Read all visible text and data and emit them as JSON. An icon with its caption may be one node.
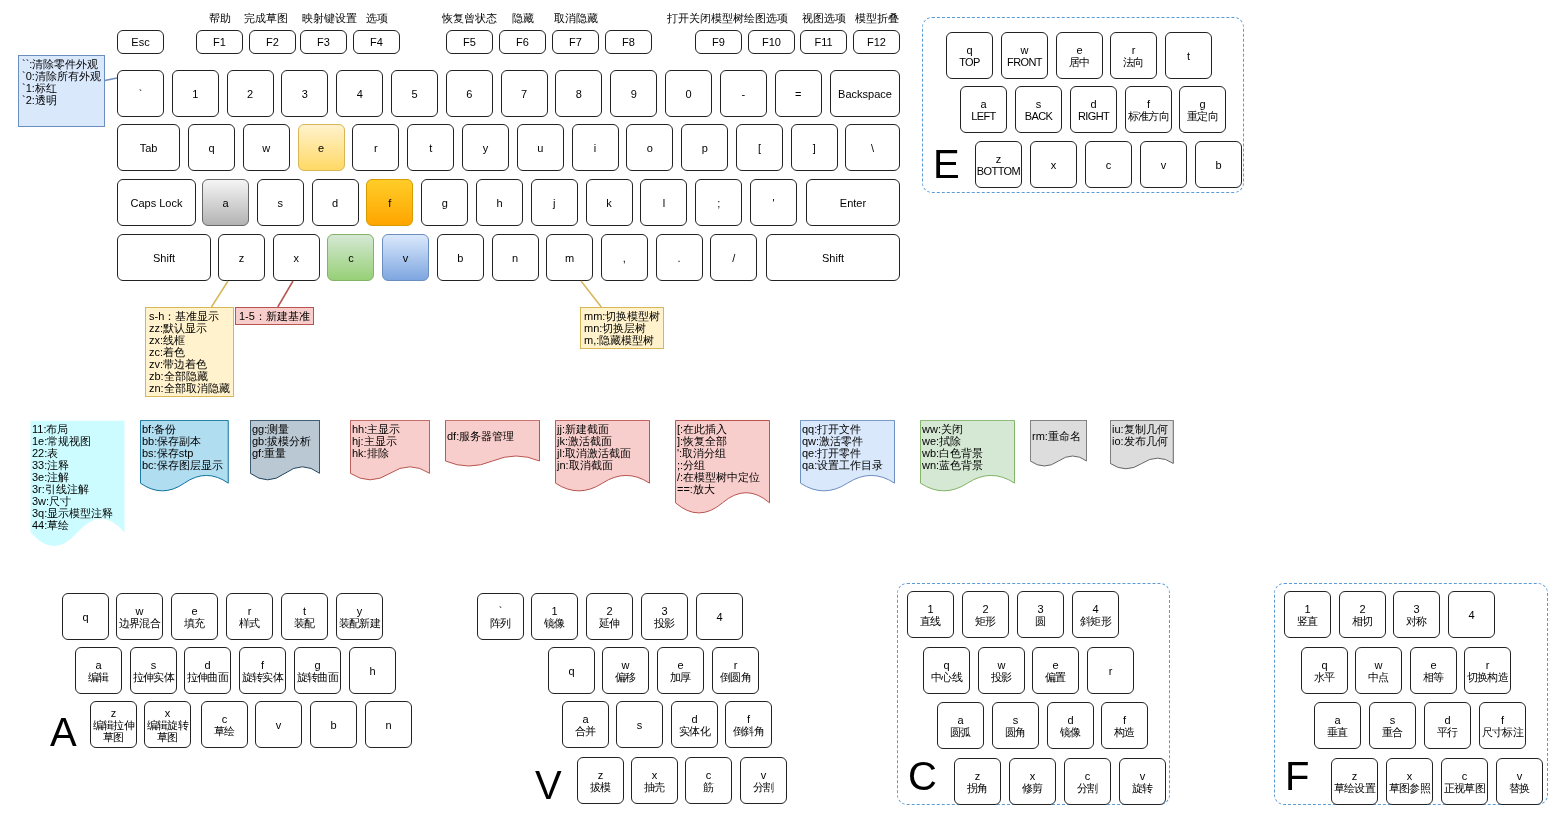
{
  "diagram": {
    "nodes": [
      {
        "text": [
          "Esc"
        ]
      },
      {
        "text": [
          "F1"
        ],
        "beside": [
          "帮助"
        ]
      },
      {
        "text": [
          "F2"
        ],
        "beside": [
          "完成草图"
        ]
      },
      {
        "text": [
          "F3"
        ],
        "beside": [
          "映射键设置"
        ]
      },
      {
        "text": [
          "F4"
        ],
        "beside": [
          "选项"
        ]
      },
      {
        "text": [
          "F5"
        ],
        "beside": [
          "恢复曾状态"
        ]
      },
      {
        "text": [
          "F6"
        ],
        "beside": [
          "隐藏"
        ]
      },
      {
        "text": [
          "F7"
        ],
        "beside": [
          "取消隐藏"
        ]
      },
      {
        "text": [
          "F8"
        ]
      },
      {
        "text": [
          "F9"
        ],
        "beside": [
          "打开关闭模型树绘图选项"
        ]
      },
      {
        "text": [
          "F10"
        ]
      },
      {
        "text": [
          "F11"
        ],
        "beside": [
          "视图选项"
        ]
      },
      {
        "text": [
          "F12"
        ],
        "beside": [
          "模型折叠"
        ]
      },
      {
        "text": [
          "``:清除零件外观",
          "`0:清除所有外观",
          "`1:标红",
          "`2:透明"
        ]
      },
      {
        "text": [
          "`"
        ]
      },
      {
        "text": [
          "1"
        ]
      },
      {
        "text": [
          "2"
        ]
      },
      {
        "text": [
          "3"
        ]
      },
      {
        "text": [
          "4"
        ]
      },
      {
        "text": [
          "5"
        ]
      },
      {
        "text": [
          "6"
        ]
      },
      {
        "text": [
          "7"
        ]
      },
      {
        "text": [
          "8"
        ]
      },
      {
        "text": [
          "9"
        ]
      },
      {
        "text": [
          "0"
        ]
      },
      {
        "text": [
          "-"
        ]
      },
      {
        "text": [
          "="
        ]
      },
      {
        "text": [
          "Backspace"
        ]
      },
      {
        "text": [
          "Tab"
        ]
      },
      {
        "text": [
          "q"
        ]
      },
      {
        "text": [
          "w"
        ]
      },
      {
        "text": [
          "e"
        ]
      },
      {
        "text": [
          "r"
        ]
      },
      {
        "text": [
          "t"
        ]
      },
      {
        "text": [
          "y"
        ]
      },
      {
        "text": [
          "u"
        ]
      },
      {
        "text": [
          "i"
        ]
      },
      {
        "text": [
          "o"
        ]
      },
      {
        "text": [
          "p"
        ]
      },
      {
        "text": [
          "["
        ]
      },
      {
        "text": [
          "]"
        ]
      },
      {
        "text": [
          "\\"
        ]
      },
      {
        "text": [
          "Caps Lock"
        ]
      },
      {
        "text": [
          "a"
        ]
      },
      {
        "text": [
          "s"
        ]
      },
      {
        "text": [
          "d"
        ]
      },
      {
        "text": [
          "f"
        ]
      },
      {
        "text": [
          "g"
        ]
      },
      {
        "text": [
          "h"
        ]
      },
      {
        "text": [
          "j"
        ]
      },
      {
        "text": [
          "k"
        ]
      },
      {
        "text": [
          "l"
        ]
      },
      {
        "text": [
          ";"
        ]
      },
      {
        "text": [
          "'"
        ]
      },
      {
        "text": [
          "Enter"
        ]
      },
      {
        "text": [
          "Shift"
        ]
      },
      {
        "text": [
          "z"
        ]
      },
      {
        "text": [
          "x"
        ]
      },
      {
        "text": [
          "c"
        ]
      },
      {
        "text": [
          "v"
        ]
      },
      {
        "text": [
          "b"
        ]
      },
      {
        "text": [
          "n"
        ]
      },
      {
        "text": [
          "m"
        ]
      },
      {
        "text": [
          ","
        ]
      },
      {
        "text": [
          "."
        ]
      },
      {
        "text": [
          "/"
        ]
      },
      {
        "text": [
          "Shift"
        ]
      },
      {
        "text": [
          "s-h：基准显示",
          "zz:默认显示",
          "zx:线框",
          "zc:着色",
          "zv:带边着色",
          "zb:全部隐藏",
          "zn:全部取消隐藏"
        ]
      },
      {
        "text": [
          "1-5：新建基准"
        ]
      },
      {
        "text": [
          "mm:切换模型树",
          "mn:切换层树",
          "m,:隐藏模型树"
        ]
      },
      {
        "text": [
          "E"
        ]
      },
      {
        "text": [
          "q",
          "TOP"
        ],
        "in": 70
      },
      {
        "text": [
          "w",
          "FRONT"
        ],
        "in": 70
      },
      {
        "text": [
          "e",
          "居中"
        ],
        "in": 70
      },
      {
        "text": [
          "r",
          "法向"
        ],
        "in": 70
      },
      {
        "text": [
          "t"
        ],
        "in": 70
      },
      {
        "text": [
          "a",
          "LEFT"
        ],
        "in": 70
      },
      {
        "text": [
          "s",
          "BACK"
        ],
        "in": 70
      },
      {
        "text": [
          "d",
          "RIGHT"
        ],
        "in": 70
      },
      {
        "text": [
          "f",
          "标准方向"
        ],
        "in": 70
      },
      {
        "text": [
          "g",
          "重定向"
        ],
        "in": 70
      },
      {
        "text": [
          "z",
          "BOTTOM"
        ],
        "in": 70
      },
      {
        "text": [
          "x"
        ],
        "in": 70
      },
      {
        "text": [
          "c"
        ],
        "in": 70
      },
      {
        "text": [
          "v"
        ],
        "in": 70
      },
      {
        "text": [
          "b"
        ],
        "in": 70
      },
      {
        "text": [
          "11:布局",
          "1e:常规视图",
          "22:表",
          "33:注释",
          "3e:注解",
          "3r:引线注解",
          "3w:尺寸",
          "3q:显示模型注释",
          "44:草绘"
        ]
      },
      {
        "text": [
          "bf:备份",
          "bb:保存副本",
          "bs:保存stp",
          "bc:保存图层显示"
        ]
      },
      {
        "text": [
          "gg:测量",
          "gb:拔模分析",
          "gf:重量"
        ]
      },
      {
        "text": [
          "hh:主显示",
          "hj:主显示",
          "hk:排除"
        ]
      },
      {
        "text": [
          "df:服务器管理"
        ]
      },
      {
        "text": [
          "jj:新建截面",
          "jk:激活截面",
          "jl:取消激活截面",
          "jn:取消截面"
        ]
      },
      {
        "text": [
          "[:在此插入",
          "]:恢复全部",
          "':取消分组",
          ";:分组",
          "/:在模型树中定位",
          "==:放大"
        ]
      },
      {
        "text": [
          "qq:打开文件",
          "qw:激活零件",
          "qe:打开零件",
          "qa:设置工作目录"
        ]
      },
      {
        "text": [
          "ww:关闭",
          "we:拭除",
          "wb:白色背景",
          "wn:蓝色背景"
        ]
      },
      {
        "text": [
          "rm:重命名"
        ]
      },
      {
        "text": [
          "iu:复制几何",
          "io:发布几何"
        ]
      },
      {
        "text": [
          "q"
        ]
      },
      {
        "text": [
          "w",
          "边界混合"
        ]
      },
      {
        "text": [
          "e",
          "填充"
        ]
      },
      {
        "text": [
          "r",
          "样式"
        ]
      },
      {
        "text": [
          "t",
          "装配"
        ]
      },
      {
        "text": [
          "y",
          "装配新建"
        ]
      },
      {
        "text": [
          "a",
          "编辑"
        ]
      },
      {
        "text": [
          "s",
          "拉伸实体"
        ]
      },
      {
        "text": [
          "d",
          "拉伸曲面"
        ]
      },
      {
        "text": [
          "f",
          "旋转实体"
        ]
      },
      {
        "text": [
          "g",
          "旋转曲面"
        ]
      },
      {
        "text": [
          "h"
        ]
      },
      {
        "text": [
          "z",
          "编辑拉伸草图"
        ]
      },
      {
        "text": [
          "x",
          "编辑旋转草图"
        ]
      },
      {
        "text": [
          "c",
          "草绘"
        ]
      },
      {
        "text": [
          "v"
        ]
      },
      {
        "text": [
          "b"
        ]
      },
      {
        "text": [
          "n"
        ]
      },
      {
        "text": [
          "`",
          "阵列"
        ]
      },
      {
        "text": [
          "1",
          "镜像"
        ]
      },
      {
        "text": [
          "2",
          "延伸"
        ]
      },
      {
        "text": [
          "3",
          "投影"
        ]
      },
      {
        "text": [
          "4"
        ]
      },
      {
        "text": [
          "q"
        ]
      },
      {
        "text": [
          "w",
          "偏移"
        ]
      },
      {
        "text": [
          "e",
          "加厚"
        ]
      },
      {
        "text": [
          "r",
          "倒圆角"
        ]
      },
      {
        "text": [
          "a",
          "合并"
        ]
      },
      {
        "text": [
          "s"
        ]
      },
      {
        "text": [
          "d",
          "实体化"
        ]
      },
      {
        "text": [
          "f",
          "倒斜角"
        ]
      },
      {
        "text": [
          "z",
          "拔模"
        ]
      },
      {
        "text": [
          "x",
          "抽壳"
        ]
      },
      {
        "text": [
          "c",
          "筋"
        ]
      },
      {
        "text": [
          "v",
          "分割"
        ]
      },
      {
        "text": [
          "C"
        ]
      },
      {
        "text": [
          "1",
          "直线"
        ],
        "in": 132
      },
      {
        "text": [
          "2",
          "矩形"
        ],
        "in": 132
      },
      {
        "text": [
          "3",
          "圆"
        ],
        "in": 132
      },
      {
        "text": [
          "4",
          "斜矩形"
        ],
        "in": 132
      },
      {
        "text": [
          "q",
          "中心线"
        ],
        "in": 132
      },
      {
        "text": [
          "w",
          "投影"
        ],
        "in": 132
      },
      {
        "text": [
          "e",
          "偏置"
        ],
        "in": 132
      },
      {
        "text": [
          "r"
        ],
        "in": 132
      },
      {
        "text": [
          "a",
          "圆弧"
        ],
        "in": 132
      },
      {
        "text": [
          "s",
          "圆角"
        ],
        "in": 132
      },
      {
        "text": [
          "d",
          "镜像"
        ],
        "in": 132
      },
      {
        "text": [
          "f",
          "构造"
        ],
        "in": 132
      },
      {
        "text": [
          "z",
          "拐角"
        ],
        "in": 132
      },
      {
        "text": [
          "x",
          "修剪"
        ],
        "in": 132
      },
      {
        "text": [
          "c",
          "分割"
        ],
        "in": 132
      },
      {
        "text": [
          "v",
          "旋转"
        ],
        "in": 132
      },
      {
        "text": [
          "F"
        ]
      },
      {
        "text": [
          "1",
          "竖直"
        ],
        "in": 149
      },
      {
        "text": [
          "2",
          "相切"
        ],
        "in": 149
      },
      {
        "text": [
          "3",
          "对称"
        ],
        "in": 149
      },
      {
        "text": [
          "4"
        ],
        "in": 149
      },
      {
        "text": [
          "q",
          "水平"
        ],
        "in": 149
      },
      {
        "text": [
          "w",
          "中点"
        ],
        "in": 149
      },
      {
        "text": [
          "e",
          "相等"
        ],
        "in": 149
      },
      {
        "text": [
          "r",
          "切换构造"
        ],
        "in": 149
      },
      {
        "text": [
          "a",
          "垂直"
        ],
        "in": 149
      },
      {
        "text": [
          "s",
          "重合"
        ],
        "in": 149
      },
      {
        "text": [
          "d",
          "平行"
        ],
        "in": 149
      },
      {
        "text": [
          "f",
          "尺寸标注"
        ],
        "in": 149
      },
      {
        "text": [
          "z",
          "草绘设置"
        ],
        "in": 149
      },
      {
        "text": [
          "x",
          "草图参照"
        ],
        "in": 149
      },
      {
        "text": [
          "c",
          "正视草图"
        ],
        "in": 149
      },
      {
        "text": [
          "v",
          "替换"
        ],
        "in": 149
      }
    ],
    "edges": [
      {
        "from": 13,
        "to": 14,
        "arrow": "none",
        "color": "#6c8ebf"
      },
      {
        "from": 67,
        "to": 56,
        "arrow": "none",
        "color": "#d6b656"
      },
      {
        "from": 68,
        "to": 57,
        "arrow": "none",
        "color": "#b85450"
      },
      {
        "from": 69,
        "to": 62,
        "arrow": "none",
        "color": "#d6b656"
      }
    ],
    "labels": [
      "A",
      "V"
    ]
  }
}
